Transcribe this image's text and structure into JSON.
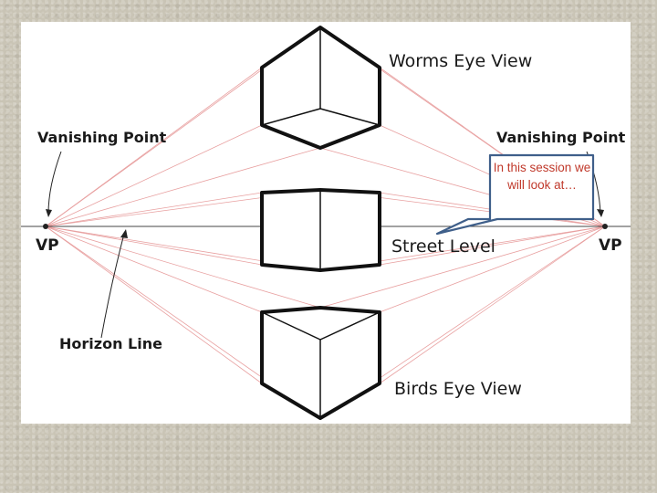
{
  "labels": {
    "worms_eye": "Worms Eye View",
    "street_level": "Street Level",
    "birds_eye": "Birds Eye View",
    "vanishing_left": "Vanishing Point",
    "vanishing_right": "Vanishing Point",
    "vp_left": "VP",
    "vp_right": "VP",
    "horizon_line": "Horizon Line"
  },
  "callout": {
    "text": "In this session we will look at…"
  },
  "colors": {
    "guide_lines": "#e8a0a0",
    "callout_border": "#3f5f8a",
    "callout_text": "#c0392b"
  }
}
